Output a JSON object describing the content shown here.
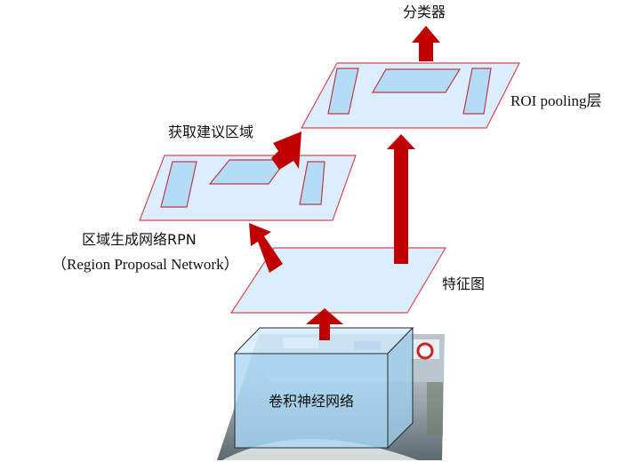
{
  "labels": {
    "classification": "分类器",
    "roi_pooling": "ROI pooling层",
    "proposals": "获取建议区域",
    "rpn": "区域生成网络RPN",
    "rpn_en": "（Region Proposal Network）",
    "feature_map": "特征图",
    "cnn": "卷积神经网络"
  },
  "colors": {
    "plane_fill": "#dbeeff",
    "plane_stroke": "#d94a52",
    "box_fill": "#b7ddf7",
    "arrow": "#c00000"
  }
}
